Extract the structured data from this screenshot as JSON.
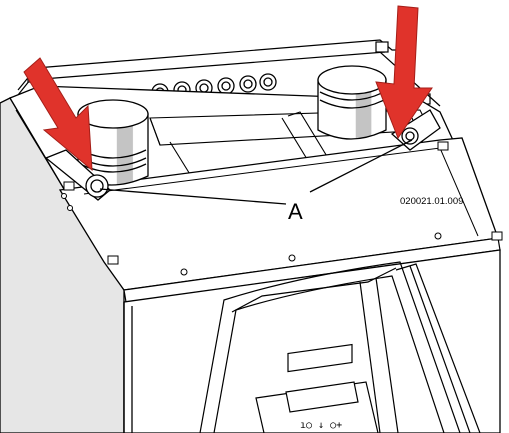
{
  "callout": {
    "label": "A"
  },
  "figure": {
    "reference": "020021.01.009"
  },
  "control_panel": {
    "display_symbols": "ı○ ↓ ○+"
  },
  "colors": {
    "arrow": "#e0332b",
    "arrow_outline": "#a51e18",
    "line": "#000000",
    "surface": "#ffffff",
    "side_shade": "#e6e6e6",
    "pipe_shade": "#c4c4c4"
  },
  "icons": {
    "arrow_left": "red-arrow-down-right-icon",
    "arrow_right": "red-arrow-down-left-icon"
  }
}
